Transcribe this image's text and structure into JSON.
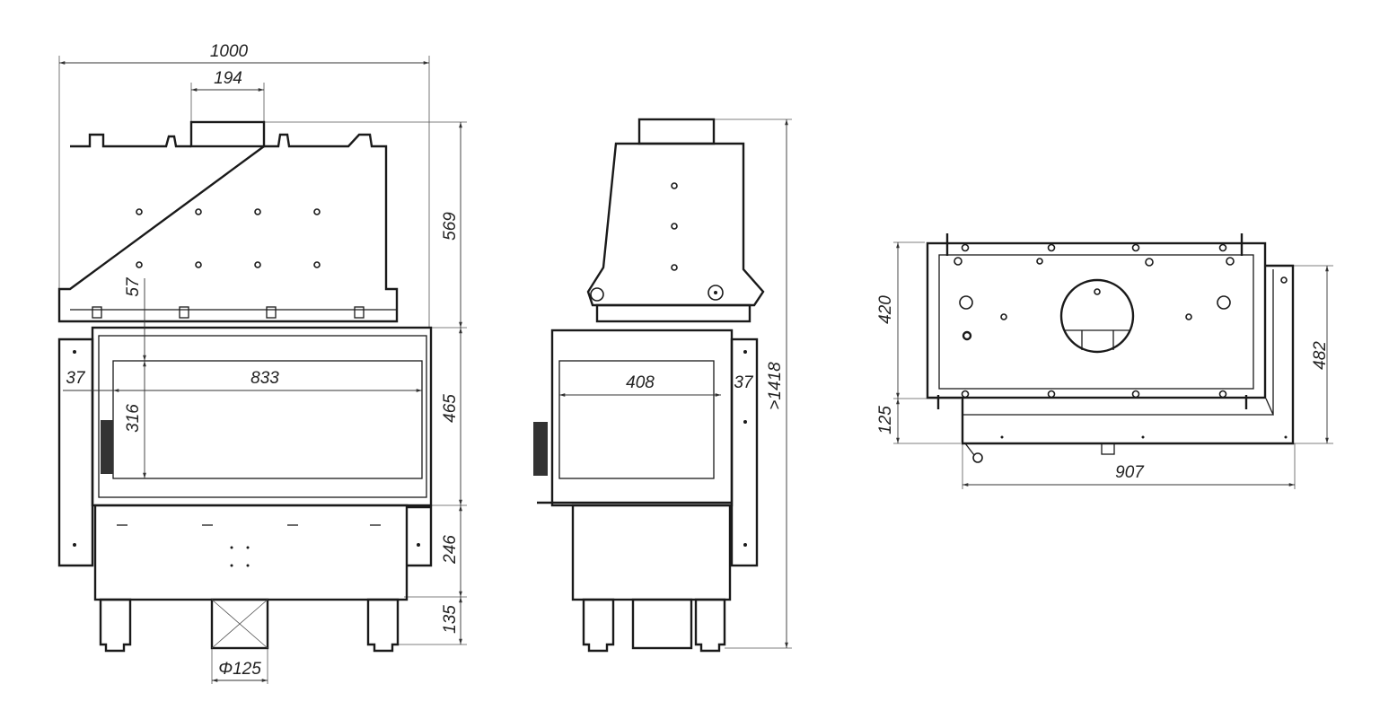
{
  "front_view": {
    "dims": {
      "overall_width": "1000",
      "flue_width": "194",
      "upper_height": "569",
      "firebox_height": "465",
      "lower_height": "246",
      "leg_height": "135",
      "glass_offset": "57",
      "glass_height": "316",
      "side_offset": "37",
      "glass_width": "833",
      "flue_diameter": "Φ125"
    }
  },
  "side_view": {
    "dims": {
      "glass_width": "408",
      "side_offset": "37",
      "total_height": ">1418"
    }
  },
  "top_view": {
    "dims": {
      "depth": "420",
      "front_extension": "125",
      "side_depth": "482",
      "width": "907"
    }
  }
}
